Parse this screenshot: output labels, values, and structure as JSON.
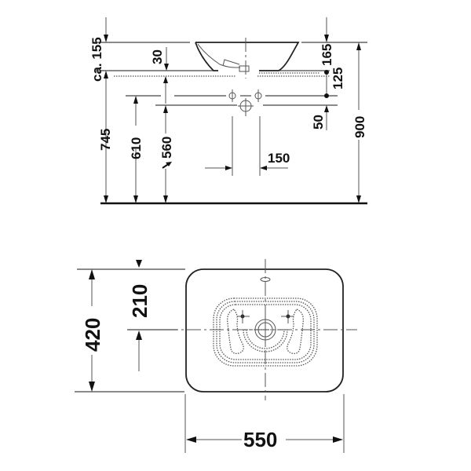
{
  "drawing": {
    "subject": "vessel washbasin dimensional drawing",
    "side_view": {
      "dimensions": {
        "overall_height_approx": "ca. 155",
        "basin_above_counter": "30",
        "right_top": "165",
        "right_mid": "125",
        "right_low": "50",
        "right_total": "900",
        "left_outer": "745",
        "left_mid": "610",
        "left_inner": "560",
        "waste_offset": "150"
      }
    },
    "top_view": {
      "dimensions": {
        "depth": "420",
        "half_depth": "210",
        "width": "550"
      }
    },
    "colors": {
      "ink": "#111111",
      "line": "#444444",
      "background": "#ffffff"
    }
  }
}
